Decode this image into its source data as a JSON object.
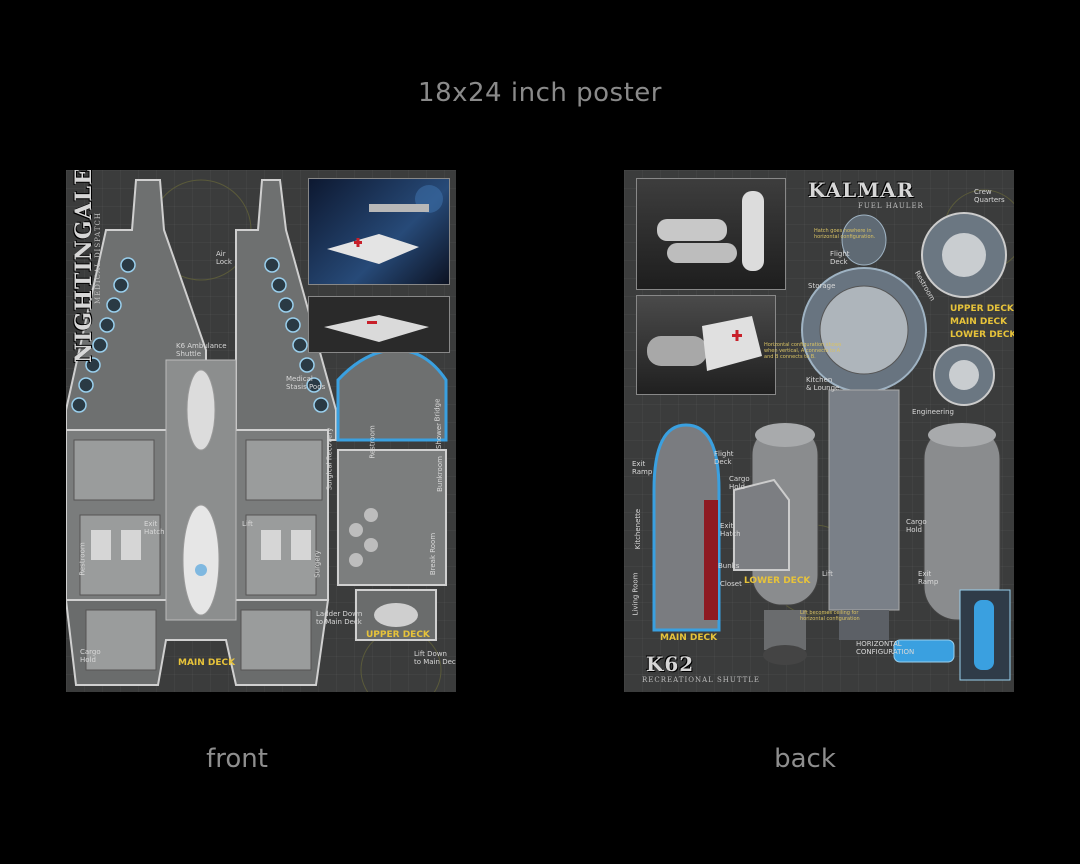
{
  "heading": "18x24 inch poster",
  "captions": {
    "front": "front",
    "back": "back"
  },
  "front_poster": {
    "title": "NIGHTINGALE",
    "subtitle": "MEDICAL DISPATCH",
    "labels": {
      "air_lock": "Air\nLock",
      "k6_ambulance": "K6 Ambulance\nShuttle",
      "medical_stasis": "Medical\nStasis Pods",
      "surgical_recovery": "Surgical Recovery",
      "exit_hatch": "Exit\nHatch",
      "lift": "Lift",
      "restroom": "Restroom",
      "surgery": "Surgery",
      "cargo_hold": "Cargo\nHold",
      "restroom_upper": "Restroom",
      "shower": "Shower",
      "bridge": "Bridge",
      "bunkroom": "Bunkroom",
      "break_room": "Break Room",
      "ladder_down": "Ladder Down\nto Main Deck",
      "lift_down": "Lift Down\nto Main Deck"
    },
    "decks": {
      "main": "MAIN DECK",
      "upper": "UPPER DECK"
    }
  },
  "back_poster": {
    "title": "KALMAR",
    "subtitle": "FUEL HAULER",
    "k62_title": "K62",
    "k62_subtitle": "RECREATIONAL SHUTTLE",
    "labels": {
      "crew_quarters": "Crew\nQuarters",
      "flight_deck": "Flight\nDeck",
      "storage": "Storage",
      "restroom": "Restroom",
      "kitchen_lounge": "Kitchen\n& Lounge",
      "engineering": "Engineering",
      "exit_ramp": "Exit\nRamp",
      "k62_flight_deck": "Flight\nDeck",
      "cargo_hold": "Cargo\nHold",
      "kitchenette": "Kitchenette",
      "living_room": "Living Room",
      "exit_hatch": "Exit\nHatch",
      "bunks": "Bunks",
      "closet": "Closet",
      "lift": "Lift",
      "kalmar_cargo_hold": "Cargo\nHold",
      "kalmar_exit_ramp": "Exit\nRamp",
      "horizontal_config": "HORIZONTAL\nCONFIGURATION",
      "hatch_note": "Hatch goes nowhere in\nhorizontal configuration.",
      "horiz_note": "Horizontal configuration shows\nwhen vertical, A connects to A\nand B connects to B.",
      "lift_note": "Lift becomes ceiling for\nhorizontal configuration"
    },
    "decks": {
      "upper": "UPPER DECK",
      "main": "MAIN DECK",
      "lower": "LOWER DECK",
      "k62_lower": "LOWER DECK",
      "k62_main": "MAIN DECK"
    }
  },
  "colors": {
    "background": "#000000",
    "deck_label": "#e7c33a",
    "caption": "#8e8e8e",
    "accent_blue": "#3aa0e0",
    "medical_red": "#c8202a"
  }
}
